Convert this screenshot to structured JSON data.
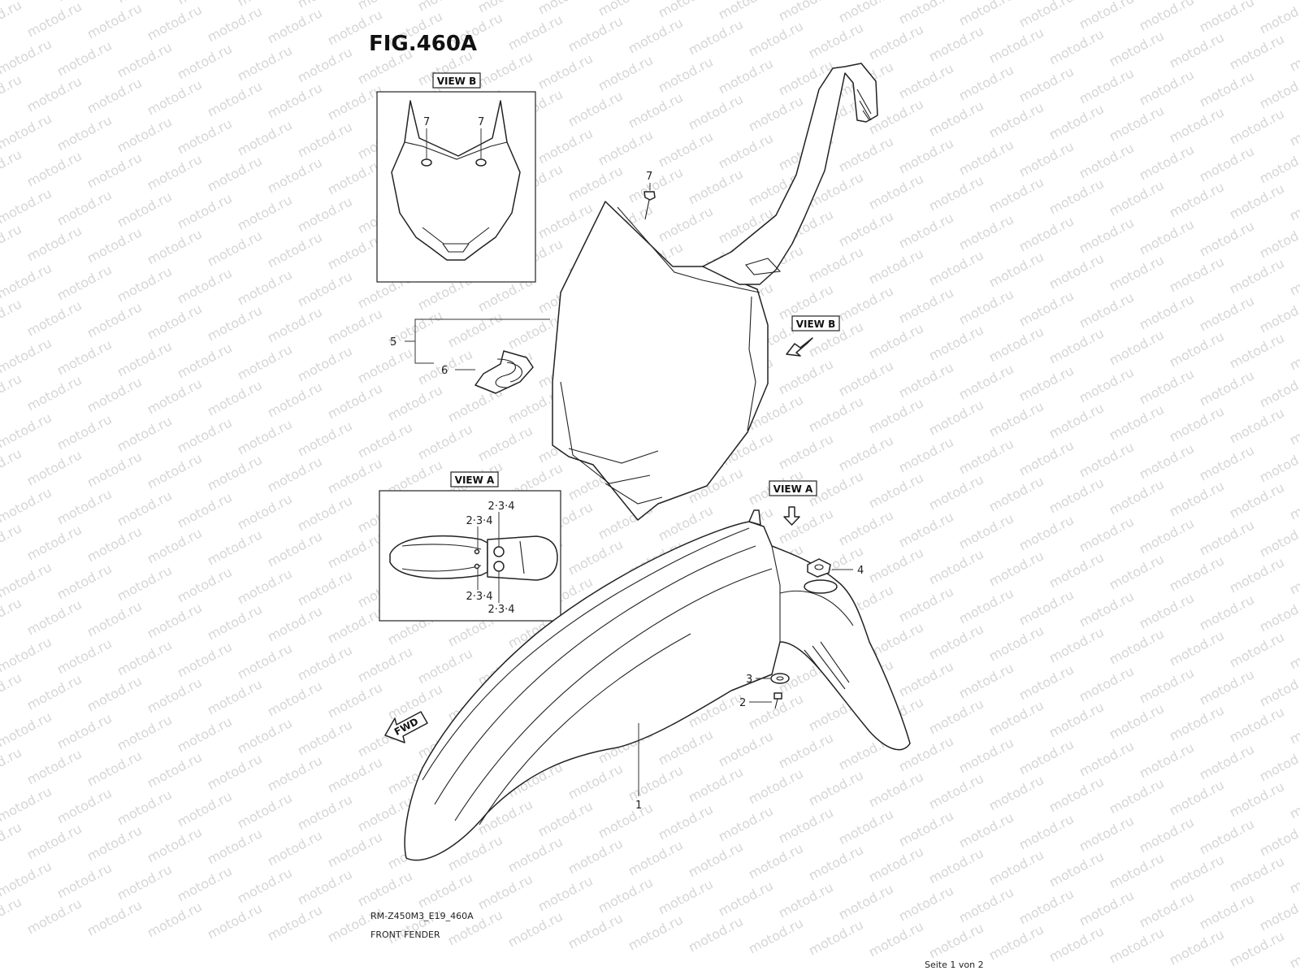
{
  "figure": {
    "title": "FIG.460A",
    "watermark": "motod.ru",
    "model_code": "RM-Z450M3_E19_460A",
    "section_name": "FRONT FENDER",
    "page_indicator": "Seite 1 von 2"
  },
  "labels": {
    "view_b": "VIEW B",
    "view_a": "VIEW A",
    "fwd": "FWD"
  },
  "callouts": {
    "p1": "1",
    "p2": "2",
    "p3": "3",
    "p4": "4",
    "p5": "5",
    "p6": "6",
    "p7": "7",
    "combo": "2·3·4"
  }
}
